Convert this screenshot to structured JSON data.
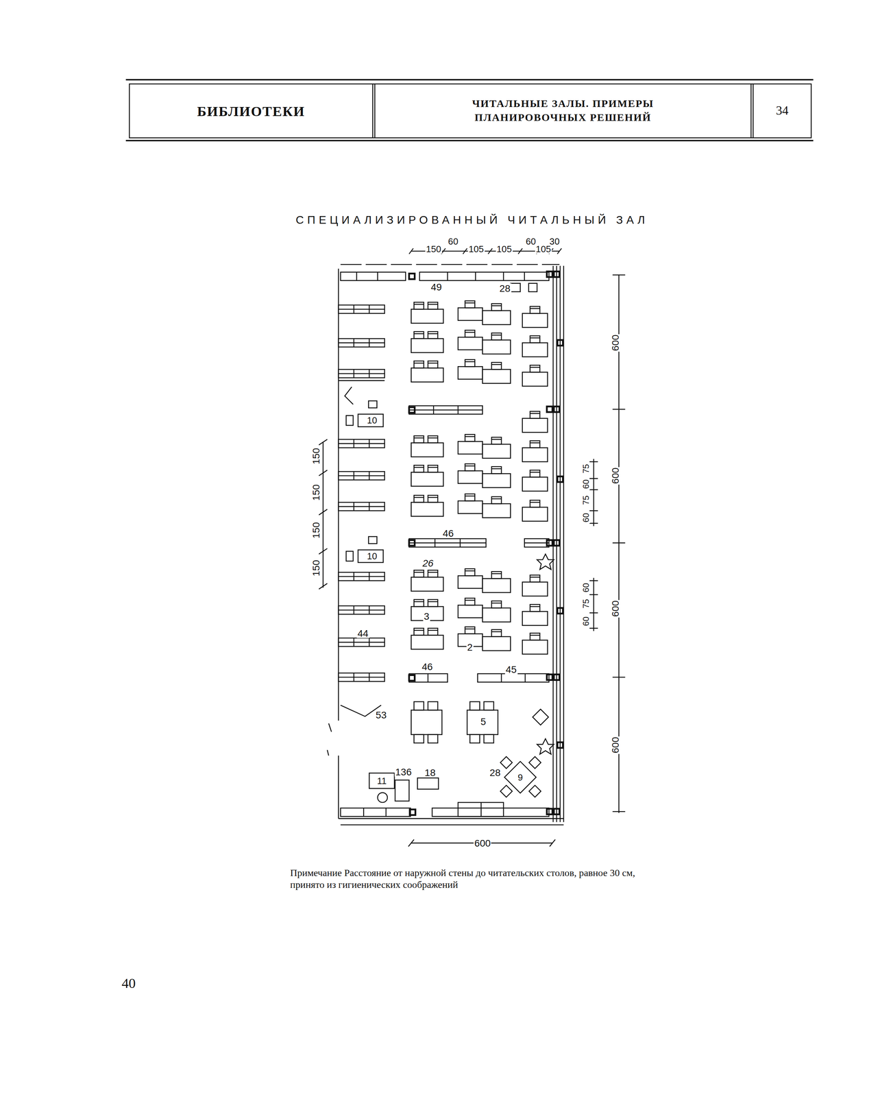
{
  "diagram": {
    "title": "СПЕЦИАЛИЗИРОВАННЫЙ ЧИТАЛЬНЫЙ ЗАЛ",
    "caption": "Примечание Расстояние от наружной стены до читательских столов, равное 30 см, принято из гигиенических соображений",
    "nodes": [
      {
        "text": [
          "БИБЛИОТЕКИ"
        ]
      },
      {
        "text": [
          "ЧИТАЛЬНЫЕ ЗАЛЫ. ПРИМЕРЫ ПЛАНИРОВОЧНЫХ РЕШЕНИЙ"
        ]
      },
      {
        "text": [
          "34"
        ]
      }
    ],
    "edges": [],
    "labels": [
      "150",
      "60",
      "105",
      "105",
      "60",
      "105",
      "30",
      "49",
      "28",
      "600",
      "10",
      "600",
      "60",
      "75",
      "60",
      "75",
      "150",
      "150",
      "150",
      "150",
      "46",
      "10",
      "26",
      "600",
      "60",
      "75",
      "60",
      "3",
      "44",
      "2",
      "46",
      "45",
      "53",
      "5",
      "600",
      "28",
      "9",
      "136",
      "18",
      "11",
      "600",
      "40"
    ]
  }
}
